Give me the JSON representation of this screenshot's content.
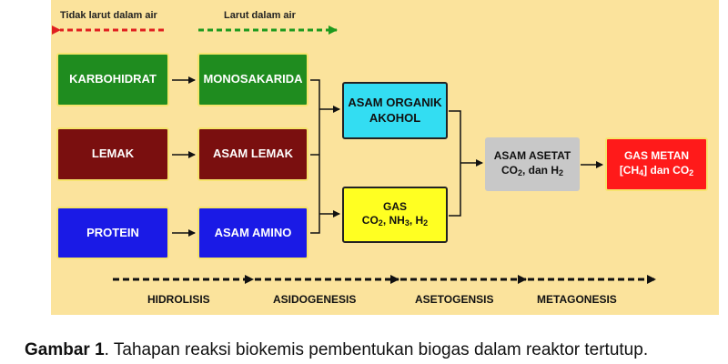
{
  "legend": {
    "insoluble": "Tidak larut dalam air",
    "soluble": "Larut dalam air",
    "insoluble_color": "#e02020",
    "soluble_color": "#1e9a1e"
  },
  "column1": {
    "carbohydrate": "KARBOHIDRAT",
    "fat": "LEMAK",
    "protein": "PROTEIN"
  },
  "column2": {
    "monosaccharide": "MONOSAKARIDA",
    "fatty_acid": "ASAM LEMAK",
    "amino_acid": "ASAM AMINO"
  },
  "column3": {
    "organic_acid_line1": "ASAM ORGANIK",
    "organic_acid_line2": "AKOHOL",
    "gas_title": "GAS",
    "gas_formula_prefix": "CO",
    "gas_formula_sub1": "2",
    "gas_formula_mid": ", NH",
    "gas_formula_sub2": "3",
    "gas_formula_mid2": ", H",
    "gas_formula_sub3": "2"
  },
  "column4": {
    "acetic_acid_title": "ASAM ASETAT",
    "acetic_formula_prefix": "CO",
    "acetic_formula_sub1": "2",
    "acetic_formula_mid": ", dan H",
    "acetic_formula_sub2": "2"
  },
  "column5": {
    "methane_title": "GAS METAN",
    "methane_formula_prefix": "[CH",
    "methane_formula_sub1": "4",
    "methane_formula_mid": "] dan CO",
    "methane_formula_sub2": "2"
  },
  "stages": [
    "HIDROLISIS",
    "ASIDOGENESIS",
    "ASETOGENSIS",
    "METAGONESIS"
  ],
  "caption": {
    "label": "Gambar 1",
    "text": ". Tahapan reaksi biokemis pembentukan biogas dalam reaktor tertutup."
  },
  "colors": {
    "background": "#fbe39c",
    "green": "#1f8c1f",
    "maroon": "#7a0f0f",
    "blue": "#1a1ae6",
    "cyan": "#33ddf2",
    "yellow": "#ffff22",
    "gray": "#c8c8c8",
    "red": "#ff1a1a"
  }
}
